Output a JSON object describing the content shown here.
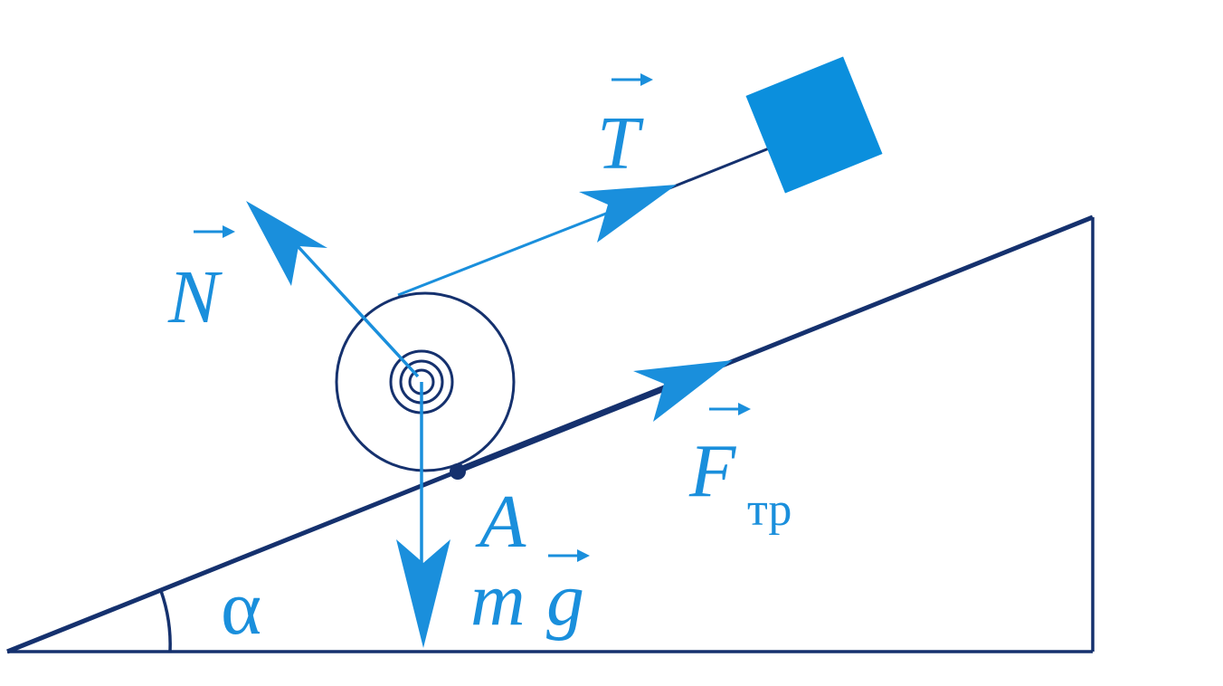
{
  "colors": {
    "vector_blue": "#1a8fdc",
    "outline_navy": "#15316e",
    "block_blue": "#0b8fdd",
    "background": "#ffffff"
  },
  "labels": {
    "tension": "T",
    "normal": "N",
    "friction": "F",
    "friction_subscript": "тр",
    "point": "A",
    "gravity_mass": "m",
    "gravity_g": "g",
    "angle": "α"
  }
}
